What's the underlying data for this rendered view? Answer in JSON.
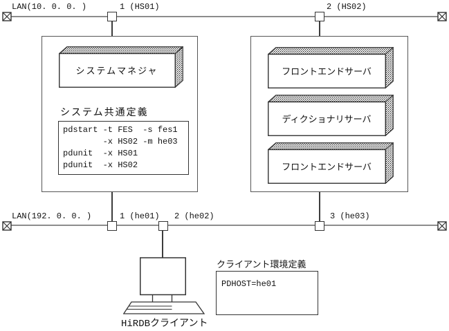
{
  "lan_top": {
    "name": "LAN(10. 0. 0. )",
    "nodes": [
      {
        "label": "1 (HS01)"
      },
      {
        "label": "2 (HS02)"
      }
    ]
  },
  "lan_bottom": {
    "name": "LAN(192. 0. 0. )",
    "nodes": [
      {
        "label": "1 (he01)"
      },
      {
        "label": "2 (he02)"
      },
      {
        "label": "3 (he03)"
      }
    ]
  },
  "unit_hs01": {
    "server": "システムマネジャ",
    "definition_title": "システム共通定義",
    "definition_code": "pdstart -t FES  -s fes1\n        -x HS02 -m he03\npdunit  -x HS01\npdunit  -x HS02"
  },
  "unit_hs02": {
    "servers": [
      "フロントエンドサーバ",
      "ディクショナリサーバ",
      "フロントエンドサーバ"
    ]
  },
  "client": {
    "label": "HiRDBクライアント",
    "env_title": "クライアント環境定義",
    "env_code": "PDHOST=he01"
  },
  "colors": {
    "background": "#ffffff",
    "lan_line": "#8c8c8c",
    "ink": "#111111"
  }
}
